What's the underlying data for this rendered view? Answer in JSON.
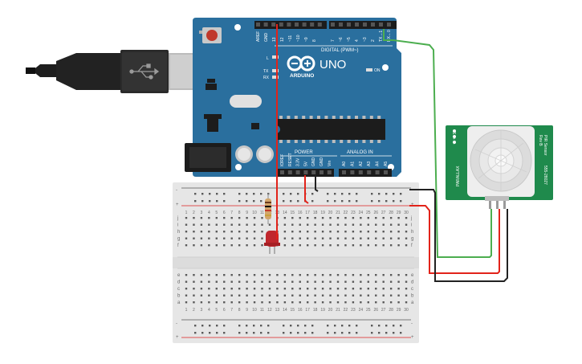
{
  "arduino": {
    "aref": "AREF",
    "gnd": "GND",
    "digital_pins": [
      "13",
      "12",
      "~11",
      "~10",
      "~9",
      "8"
    ],
    "digital_pins_b": [
      "7",
      "~6",
      "~5",
      "4",
      "~3",
      "2",
      "TX→1",
      "RX←0"
    ],
    "digital_label": "DIGITAL (PWM~)",
    "logo_text": "ARDUINO",
    "model": "UNO",
    "l_label": "L",
    "tx_label": "TX",
    "rx_label": "RX",
    "on_label": "ON",
    "power_label": "POWER",
    "analog_label": "ANALOG IN",
    "power_pins": [
      "IOREF",
      "RESET",
      "3.3V",
      "5V",
      "GND",
      "GND",
      "Vin"
    ],
    "analog_pins": [
      "A0",
      "A1",
      "A2",
      "A3",
      "A4",
      "A5"
    ]
  },
  "breadboard": {
    "rail_minus": "-",
    "rail_plus": "+",
    "row_letters_top": [
      "j",
      "i",
      "h",
      "g",
      "f"
    ],
    "row_letters_bottom": [
      "e",
      "d",
      "c",
      "b",
      "a"
    ],
    "column_numbers": [
      "1",
      "2",
      "3",
      "4",
      "5",
      "6",
      "7",
      "8",
      "9",
      "10",
      "11",
      "12",
      "13",
      "14",
      "15",
      "16",
      "17",
      "18",
      "19",
      "20",
      "21",
      "22",
      "23",
      "24",
      "25",
      "26",
      "27",
      "28",
      "29",
      "30"
    ]
  },
  "pir_sensor": {
    "title": "PIR Sensor",
    "rev": "Rev B",
    "brand": "PARALLAX",
    "part_number": "555-28027",
    "pin_labels": [
      "S",
      "+",
      "-"
    ]
  },
  "colors": {
    "arduino_board": "#2a6f9e",
    "breadboard": "#e6e6e6",
    "pir_board": "#1f8a4c",
    "wire_red": "#e2231a",
    "wire_black": "#222222",
    "wire_green": "#4cae4f",
    "led": "#c0272d"
  }
}
